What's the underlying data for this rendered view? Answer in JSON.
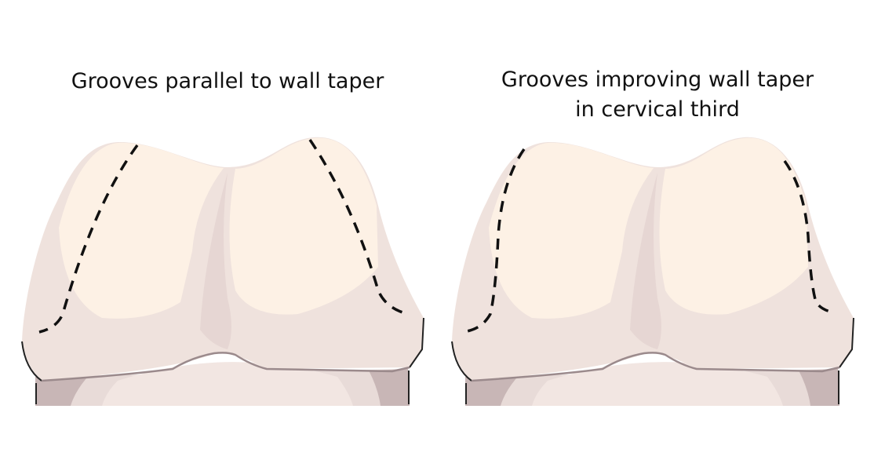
{
  "panels": [
    {
      "title_lines": [
        "Grooves parallel to wall taper"
      ],
      "groove_style": "parallel"
    },
    {
      "title_lines": [
        "Grooves improving wall taper",
        "in cervical third"
      ],
      "groove_style": "improving-cervical"
    }
  ],
  "colors": {
    "crown_body": "#efe2dd",
    "crown_highlight": "#fdf1e5",
    "root": "#d9c9c8",
    "cej_line": "#9b8a8c",
    "groove": "#111111"
  }
}
